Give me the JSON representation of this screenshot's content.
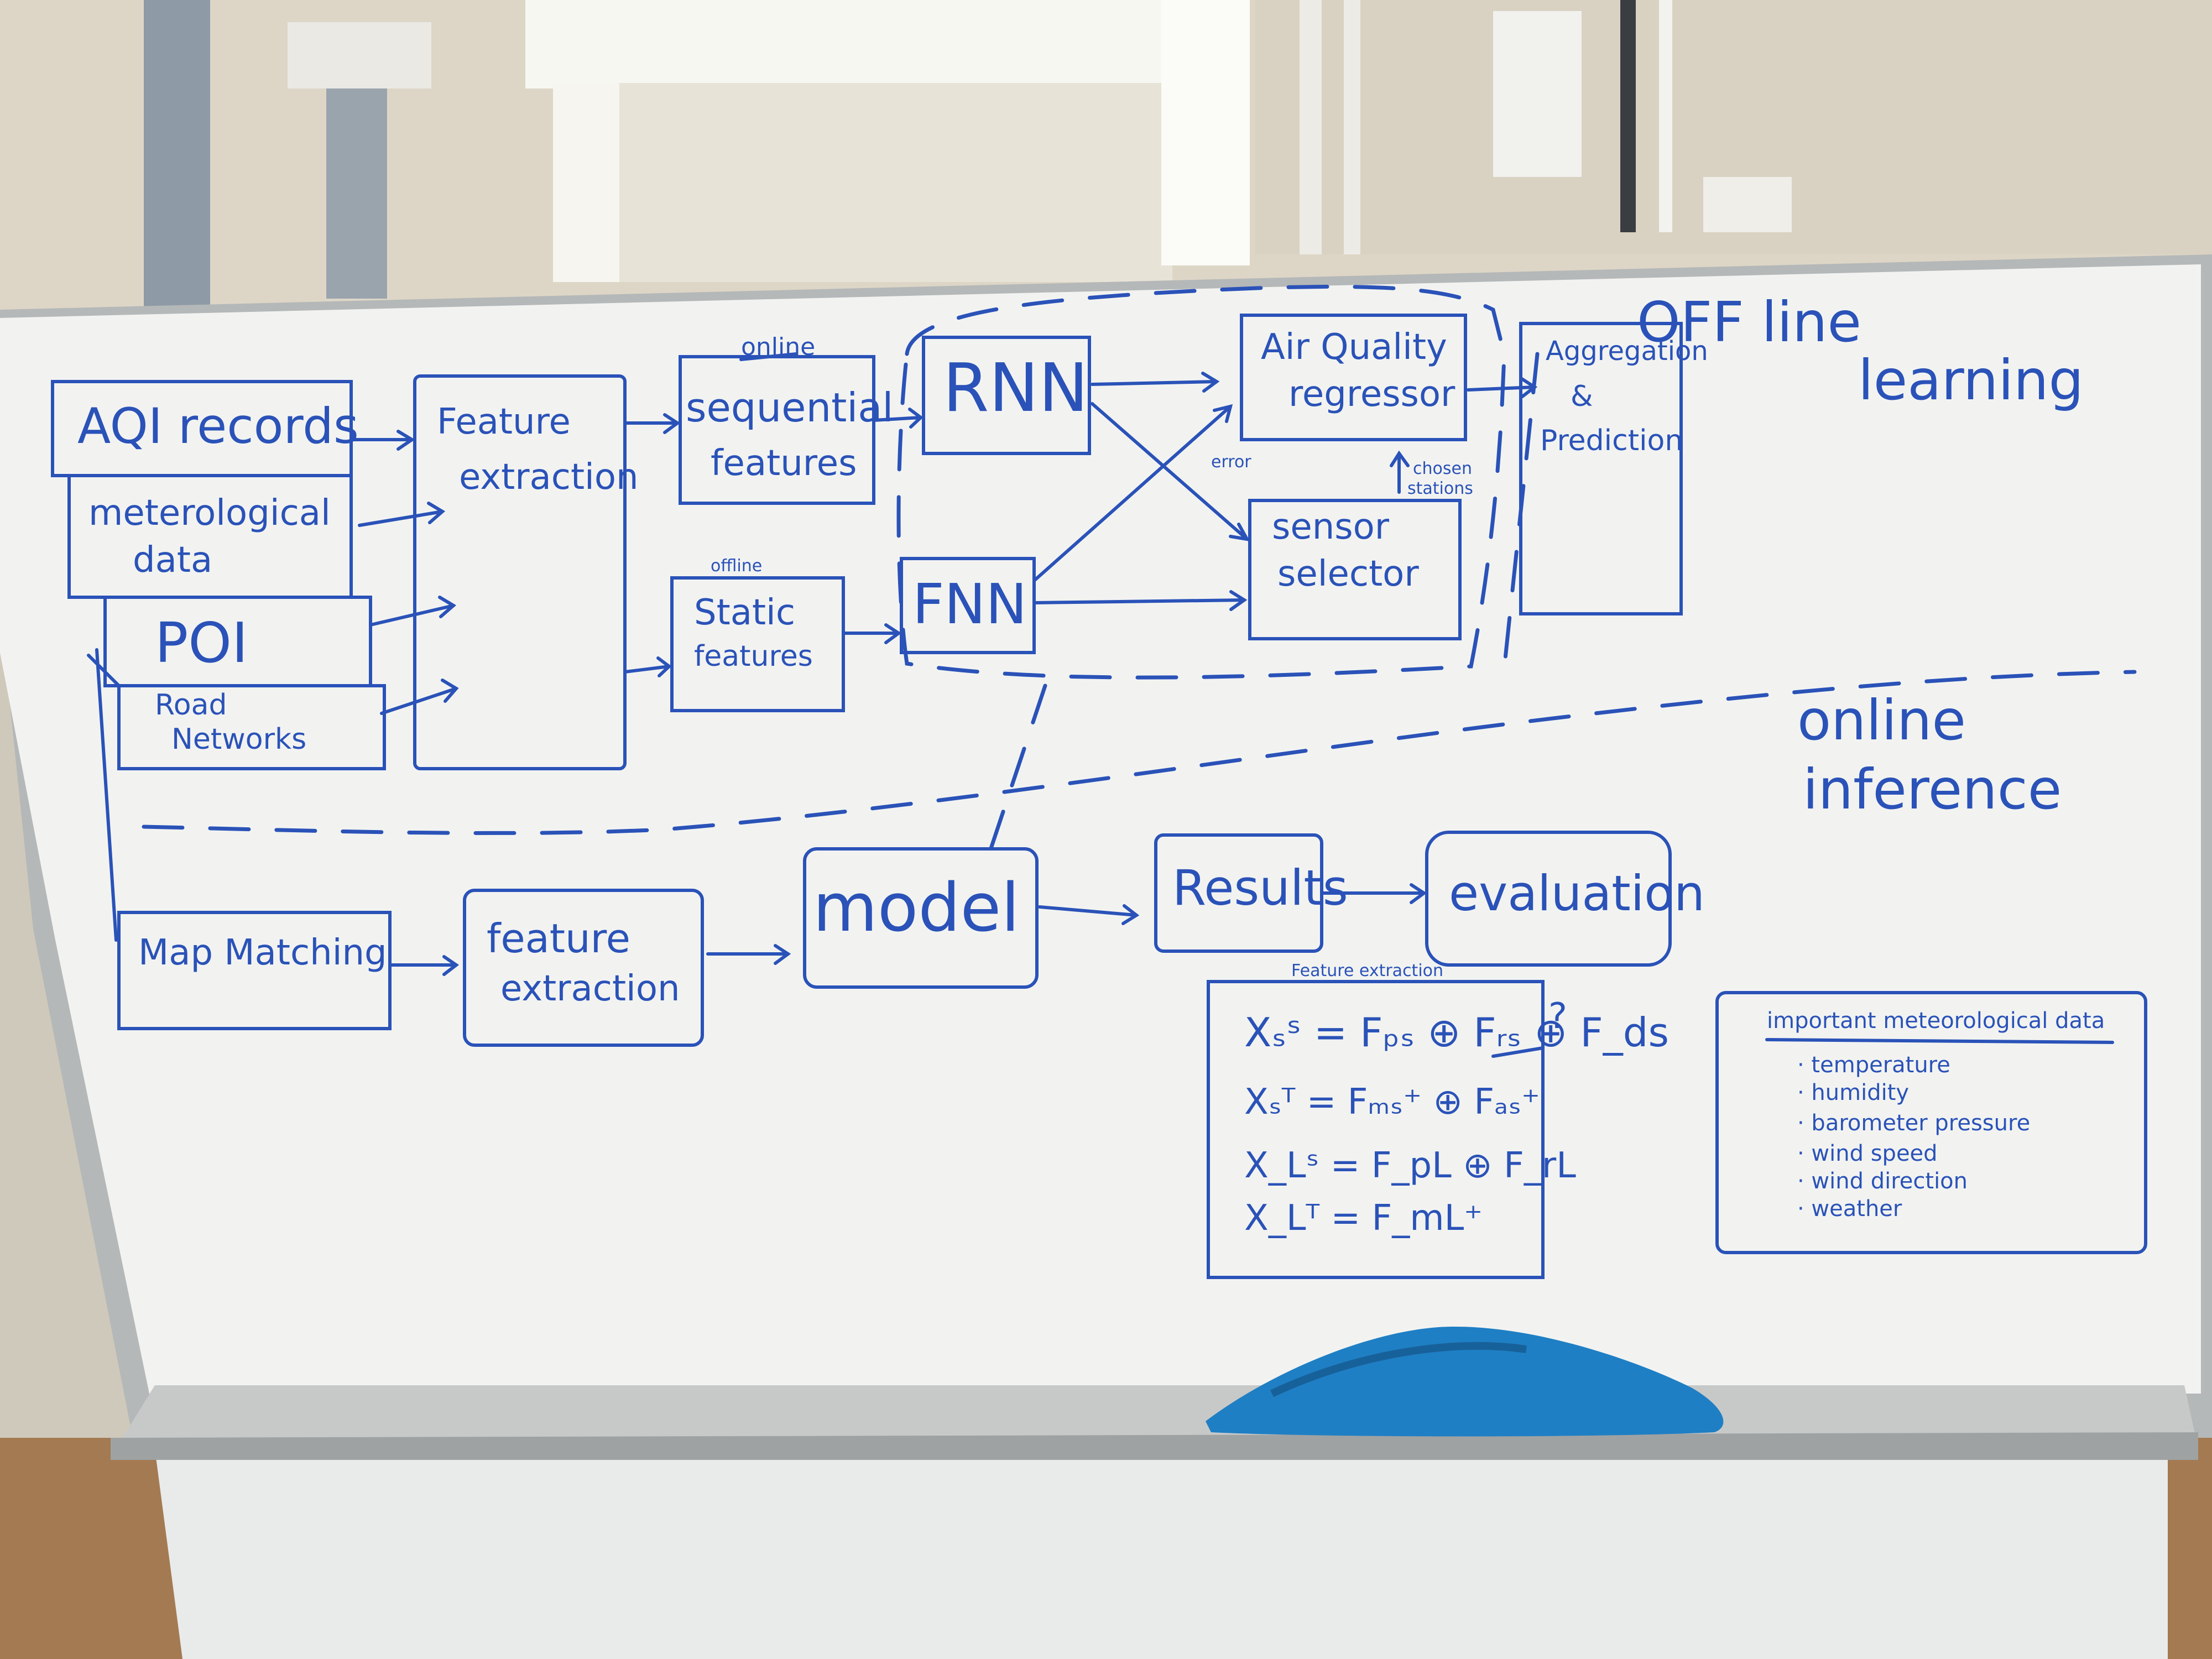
{
  "offline_section": {
    "title_line1": "OFF line",
    "title_line2": "learning"
  },
  "online_section": {
    "title_line1": "online",
    "title_line2": "inference"
  },
  "inputs": {
    "aqi_records": "AQI records",
    "meteorological_line1": "meterological",
    "meteorological_line2": "data",
    "poi": "POI",
    "road_line1": "Road",
    "road_line2": "Networks"
  },
  "feature_extraction_offline": {
    "line1": "Feature",
    "line2": "extraction"
  },
  "sequential_features": {
    "tag": "online",
    "line1": "sequential",
    "line2": "features"
  },
  "static_features": {
    "tag": "offline",
    "line1": "Static",
    "line2": "features"
  },
  "rnn": "RNN",
  "fnn": "FNN",
  "air_quality_regressor": {
    "line1": "Air Quality",
    "line2": "regressor"
  },
  "sensor_selector": {
    "line1": "sensor",
    "line2": "selector"
  },
  "chosen_stations": {
    "line1": "chosen",
    "line2": "stations"
  },
  "small_side_label": "error",
  "aggregation": {
    "line1": "Aggregation",
    "line2": "&",
    "line3": "Prediction"
  },
  "online_flow": {
    "map_matching": "Map Matching",
    "feature_extraction_line1": "feature",
    "feature_extraction_line2": "extraction",
    "model": "model",
    "results": "Results",
    "evaluation": "evaluation"
  },
  "formulas": {
    "title": "Feature extraction",
    "line1": "Xₛˢ = Fₚₛ ⊕ Fᵣₛ ⊕ F_ds",
    "question": "?",
    "line2": "Xₛᵀ = Fₘₛ⁺ ⊕ Fₐₛ⁺",
    "line3": "X_Lˢ = F_pL ⊕ F_rL",
    "line4": "X_Lᵀ = F_mL⁺"
  },
  "meteo_list": {
    "title": "important meteorological data",
    "items": [
      "· temperature",
      "· humidity",
      "· barometer pressure",
      "· wind speed",
      "· wind direction",
      "· weather"
    ]
  },
  "colors": {
    "marker": "#2a52b8",
    "whiteboard": "#f2f3f1",
    "cloth": "#1f7fc4",
    "frame": "#b9bcbd"
  }
}
